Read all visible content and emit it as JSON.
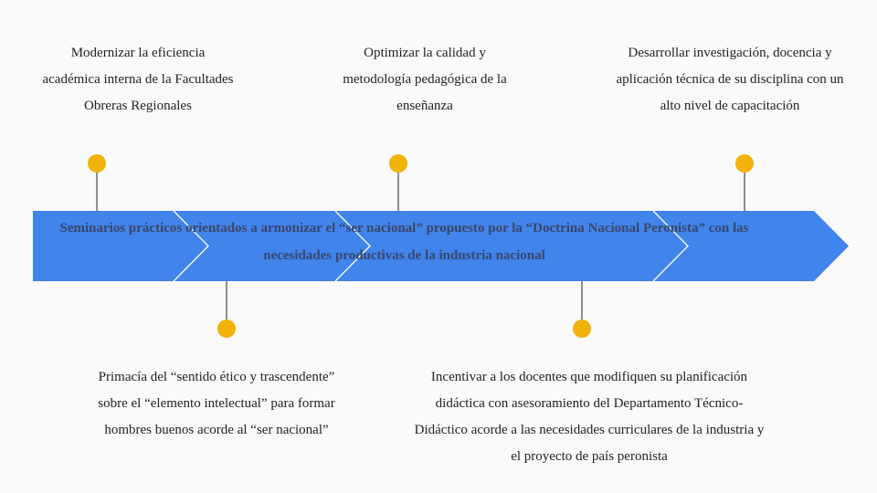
{
  "colors": {
    "arrow": "#4084ec",
    "dot": "#f1b30a",
    "chevron_line": "#ffffff"
  },
  "top_items": [
    {
      "text": "Modernizar la eficiencia académica interna de la Facultades Obreras Regionales"
    },
    {
      "text": "Optimizar la calidad y metodología pedagógica de la enseñanza"
    },
    {
      "text": "Desarrollar investigación, docencia y aplicación técnica de su disciplina con un alto nivel de capacitación"
    }
  ],
  "bottom_items": [
    {
      "text": "Primacía del “sentido ético y trascendente” sobre el “elemento intelectual” para formar hombres buenos acorde al “ser nacional”"
    },
    {
      "text": "Incentivar a los docentes que modifiquen su planificación didáctica con asesoramiento del Departamento Técnico-Didáctico acorde a las necesidades curriculares de la industria y el proyecto de país peronista"
    }
  ],
  "arrow_text": "Seminarios prácticos orientados a armonizar  el “ser nacional” propuesto por la “Doctrina Nacional Peronista” con las necesidades productivas de la industria nacional"
}
